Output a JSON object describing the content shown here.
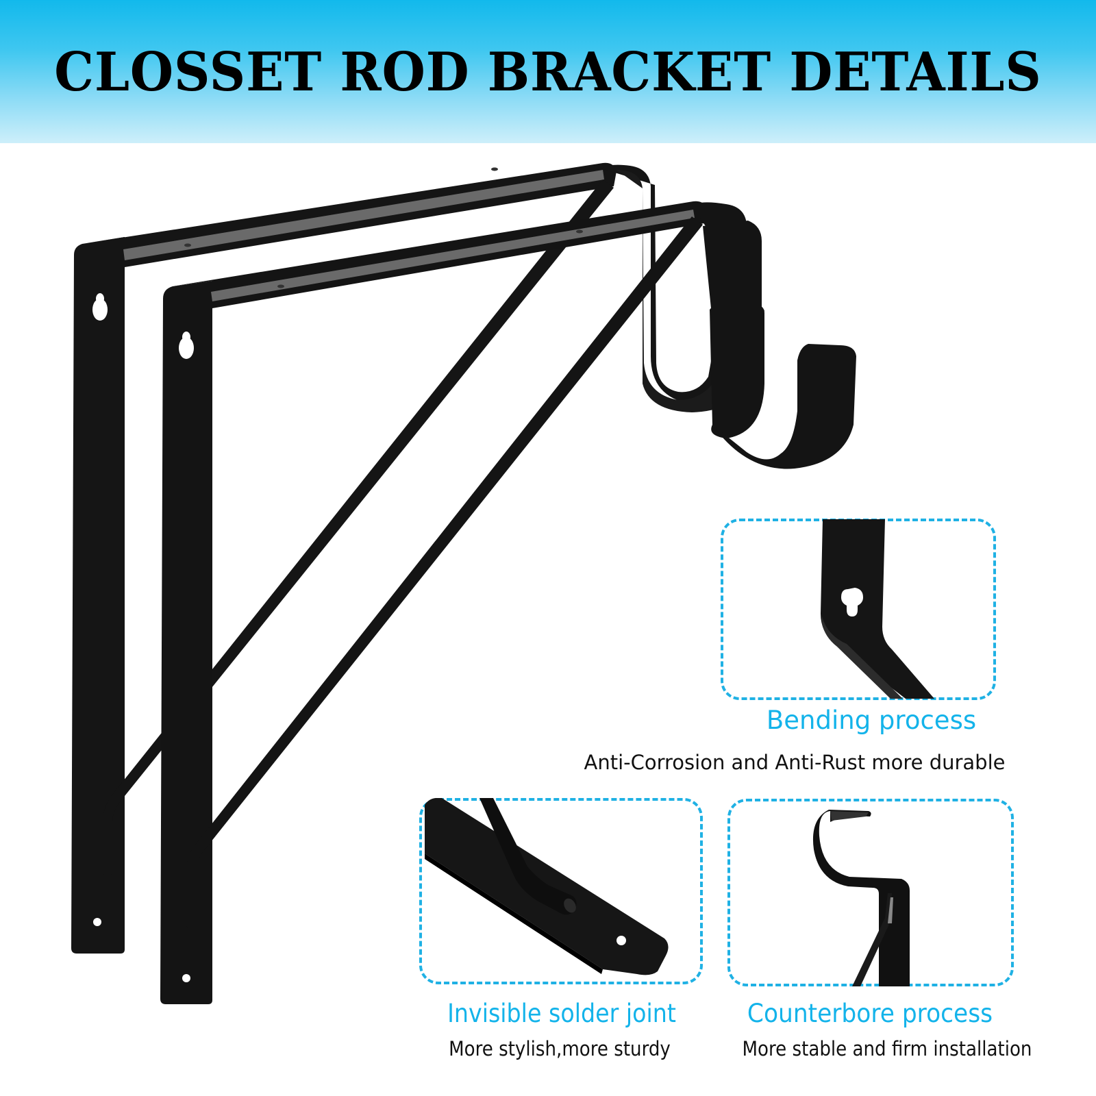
{
  "banner": {
    "title": "CLOSSET ROD BRACKET DETAILS",
    "gradient_top": "#12b9ec",
    "gradient_bottom": "#cdeffa"
  },
  "colors": {
    "accent_blue": "#13b3ea",
    "dashed_border": "#1fb1e4",
    "metal_black": "#141414"
  },
  "details": [
    {
      "title": "Bending process",
      "subtitle": "Anti-Corrosion and Anti-Rust more durable",
      "image": "keyhole-bend-closeup"
    },
    {
      "title": "Invisible solder joint",
      "subtitle": "More stylish,more sturdy",
      "image": "weld-joint-closeup"
    },
    {
      "title": "Counterbore process",
      "subtitle": "More stable and firm installation",
      "image": "rod-hook-closeup"
    }
  ],
  "product": {
    "name": "closet-rod-shelf-bracket",
    "count_shown": 2
  }
}
